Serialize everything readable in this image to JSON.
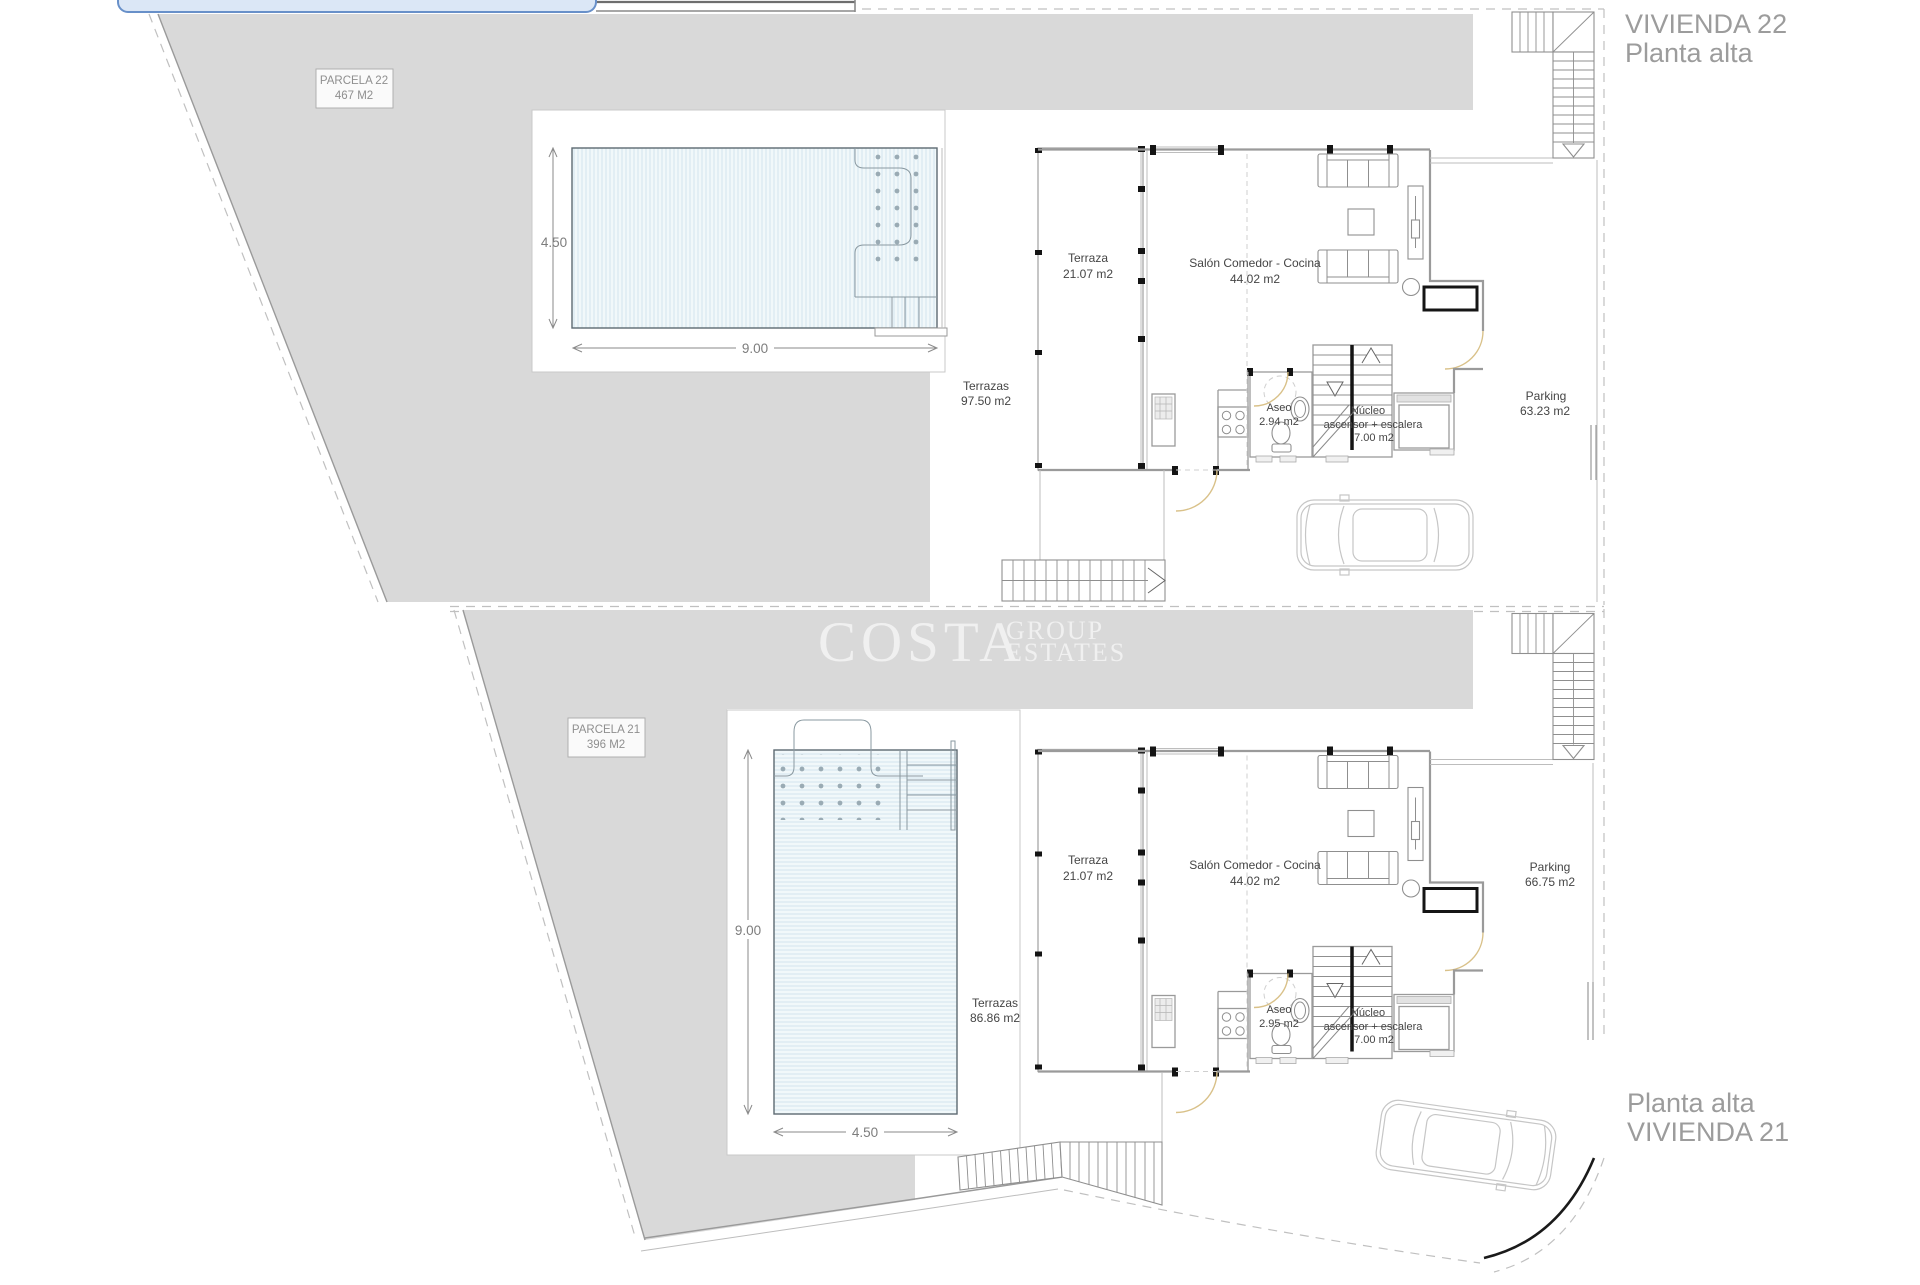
{
  "titles": {
    "v22_line1": "VIVIENDA 22",
    "v22_line2": "Planta alta",
    "v21_line1": "Planta alta",
    "v21_line2": "VIVIENDA 21"
  },
  "watermark": {
    "primary": "COSTA",
    "secondary": "GROUP",
    "tertiary": "ESTATES"
  },
  "parcels": {
    "p22": {
      "title": "PARCELA 22",
      "area": "467 M2"
    },
    "p21": {
      "title": "PARCELA 21",
      "area": "396 M2"
    }
  },
  "rooms": {
    "terraza": {
      "label": "Terraza",
      "area": "21.07 m2"
    },
    "salon": {
      "label": "Salón Comedor - Cocina",
      "area": "44.02 m2"
    },
    "aseo": {
      "label": "Aseo"
    },
    "nucleo": {
      "label": "Núcleo",
      "sub": "ascensor + escalera",
      "area": "7.00 m2"
    }
  },
  "plan22": {
    "aseo_area": "2.94 m2",
    "parking_label": "Parking",
    "parking_area": "63.23 m2",
    "terrazas_label": "Terrazas",
    "terrazas_area": "97.50 m2",
    "pool_width": "9.00",
    "pool_height": "4.50"
  },
  "plan21": {
    "aseo_area": "2.95 m2",
    "parking_label": "Parking",
    "parking_area": "66.75 m2",
    "terrazas_label": "Terrazas",
    "terrazas_area": "86.86 m2",
    "pool_width": "4.50",
    "pool_height": "9.00"
  },
  "colors": {
    "parcel_fill": "#d9d9d9",
    "pool_fill": "#f1f8fa",
    "pool_hatch": "#cfe2ec",
    "wall": "#9a9a9a",
    "accent_door": "#d9c189",
    "watermark": "#f0f0f0"
  }
}
